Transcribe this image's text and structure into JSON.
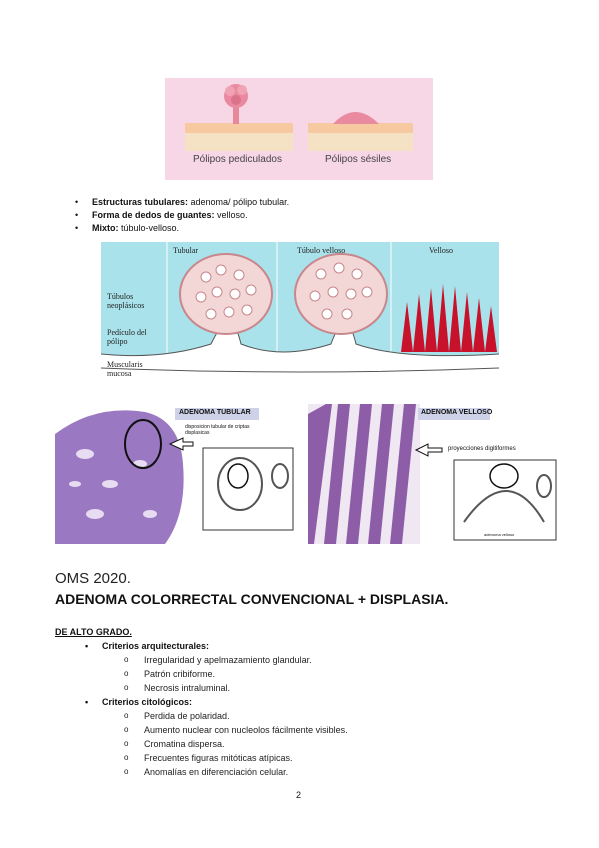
{
  "polyp_figure": {
    "caption_left": "Pólipos pediculados",
    "caption_right": "Pólipos sésiles"
  },
  "bullets": [
    {
      "bold": "Estructuras tubulares:",
      "text": " adenoma/ pólipo tubular."
    },
    {
      "bold": "Forma de dedos de guantes:",
      "text": " velloso."
    },
    {
      "bold": "Mixto:",
      "text": " túbulo-velloso."
    }
  ],
  "villous_figure": {
    "col_tubular": "Tubular",
    "col_tubulovelloso": "Túbulo velloso",
    "col_velloso": "Velloso",
    "label_tubulos": "Túbulos neoplásicos",
    "label_pediculo": "Pedículo del pólipo",
    "label_muscularis": "Muscularis mucosa"
  },
  "micro_tubular": {
    "title": "ADENOMA TUBULAR",
    "note": "disposicion tubular de criptas displasicas"
  },
  "micro_velloso": {
    "title": "ADENOMA VELLOSO",
    "note": "proyecciones digitiformes",
    "sketch_label": "adenoma velloso"
  },
  "heading_oms": "OMS 2020.",
  "heading_main": "ADENOMA COLORRECTAL CONVENCIONAL + DISPLASIA.",
  "section_title": "DE ALTO GRADO.",
  "criteria": [
    {
      "title": "Criterios arquitecturales:",
      "items": [
        "Irregularidad y apelmazamiento glandular.",
        "Patrón cribiforme.",
        "Necrosis intraluminal."
      ]
    },
    {
      "title": "Criterios citológicos:",
      "items": [
        "Perdida de polaridad.",
        "Aumento nuclear con nucleolos fácilmente visibles.",
        "Cromatina dispersa.",
        "Frecuentes figuras mitóticas atípicas.",
        "Anomalías en diferenciación celular."
      ]
    }
  ],
  "page_number": "2"
}
